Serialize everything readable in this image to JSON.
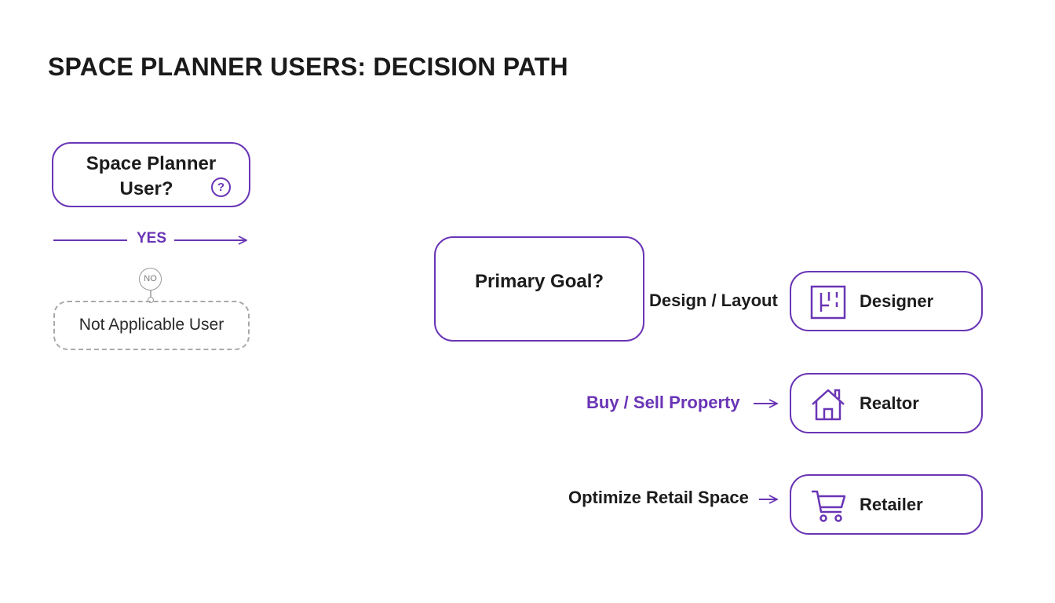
{
  "title": "SPACE PLANNER USERS: DECISION PATH",
  "start": {
    "line1": "Space Planner",
    "line2": "User?",
    "help_glyph": "?"
  },
  "yes_label": "YES",
  "no_label": "NO",
  "not_applicable": "Not Applicable User",
  "goal": "Primary Goal?",
  "branches": [
    {
      "condition": "Design / Layout",
      "outcome": "Designer",
      "icon": "floor-plan-icon"
    },
    {
      "condition": "Buy / Sell Property",
      "outcome": "Realtor",
      "icon": "house-icon"
    },
    {
      "condition": "Optimize Retail Space",
      "outcome": "Retailer",
      "icon": "shopping-cart-icon"
    }
  ],
  "colors": {
    "accent": "#6a35b5",
    "text": "#1c1c1c",
    "muted": "#9a9a9a"
  }
}
